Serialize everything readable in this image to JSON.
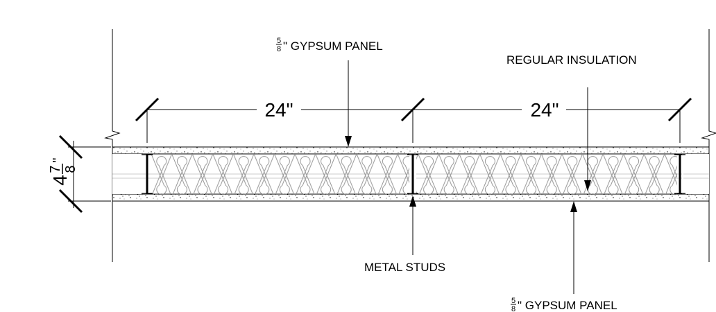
{
  "labels": {
    "top_panel": {
      "frac_num": "5",
      "frac_den": "8",
      "rest": "\" GYPSUM PANEL"
    },
    "insulation": "REGULAR INSULATION",
    "studs": "METAL STUDS",
    "bottom_panel": {
      "frac_num": "5",
      "frac_den": "8",
      "rest": "\" GYPSUM PANEL"
    }
  },
  "dimensions": {
    "spacing_left": "24\"",
    "spacing_right": "24\"",
    "wall_thickness": {
      "whole": "4",
      "frac_num": "7",
      "frac_den": "8",
      "unit": "\""
    }
  }
}
